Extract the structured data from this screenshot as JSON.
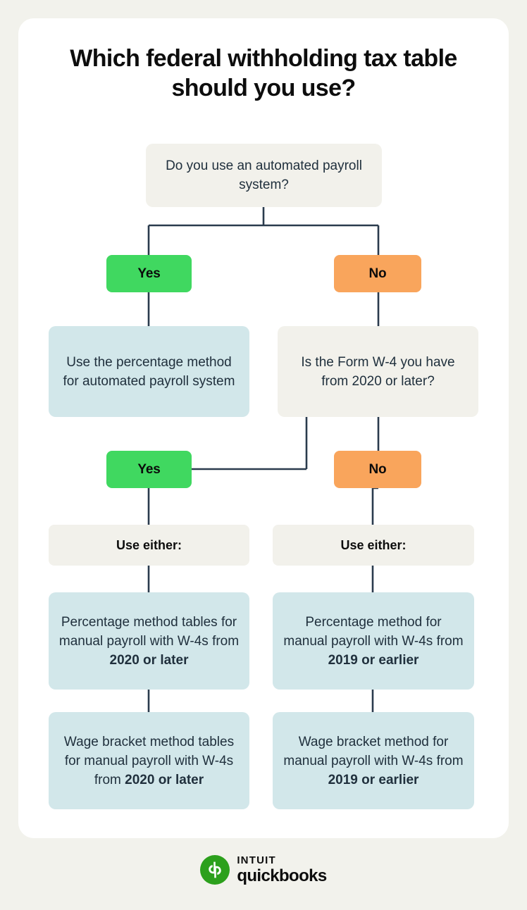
{
  "page": {
    "background_color": "#F2F2EC",
    "card_color": "#FFFFFF",
    "title": "Which federal withholding tax table should you use?"
  },
  "palette": {
    "line": "#2A3B4D",
    "question_box": "#F2F1EB",
    "info_box": "#D2E7EA",
    "yes_green": "#40D860",
    "no_orange": "#F9A55C",
    "text": "#20303D",
    "logo_green": "#2CA01C"
  },
  "flowchart": {
    "type": "decision-tree",
    "nodes": [
      {
        "id": "q1",
        "kind": "question",
        "text": "Do you use an automated payroll system?"
      },
      {
        "id": "q1-yes",
        "kind": "answer",
        "text": "Yes"
      },
      {
        "id": "q1-no",
        "kind": "answer",
        "text": "No"
      },
      {
        "id": "r1",
        "kind": "info",
        "text": "Use the percentage method for automated payroll system"
      },
      {
        "id": "q2",
        "kind": "question",
        "text": "Is the Form W-4 you have from 2020 or later?"
      },
      {
        "id": "q2-yes",
        "kind": "answer",
        "text": "Yes"
      },
      {
        "id": "q2-no",
        "kind": "answer",
        "text": "No"
      },
      {
        "id": "use-either-left",
        "kind": "label",
        "text": "Use either:"
      },
      {
        "id": "use-either-right",
        "kind": "label",
        "text": "Use either:"
      },
      {
        "id": "left-pct",
        "kind": "info",
        "text_plain": "Percentage method tables for manual payroll with W-4s from ",
        "text_bold": "2020 or later"
      },
      {
        "id": "left-wage",
        "kind": "info",
        "text_plain": "Wage bracket method tables for manual payroll with W-4s from ",
        "text_bold": "2020 or later"
      },
      {
        "id": "right-pct",
        "kind": "info",
        "text_plain": "Percentage method for manual payroll with W-4s from ",
        "text_bold": "2019 or earlier"
      },
      {
        "id": "right-wage",
        "kind": "info",
        "text_plain": "Wage bracket method for manual payroll with W-4s from ",
        "text_bold": "2019 or earlier"
      }
    ]
  },
  "footer": {
    "brand_top": "INTUIT",
    "brand_bottom": "quickbooks",
    "logo_letters": "qb"
  }
}
